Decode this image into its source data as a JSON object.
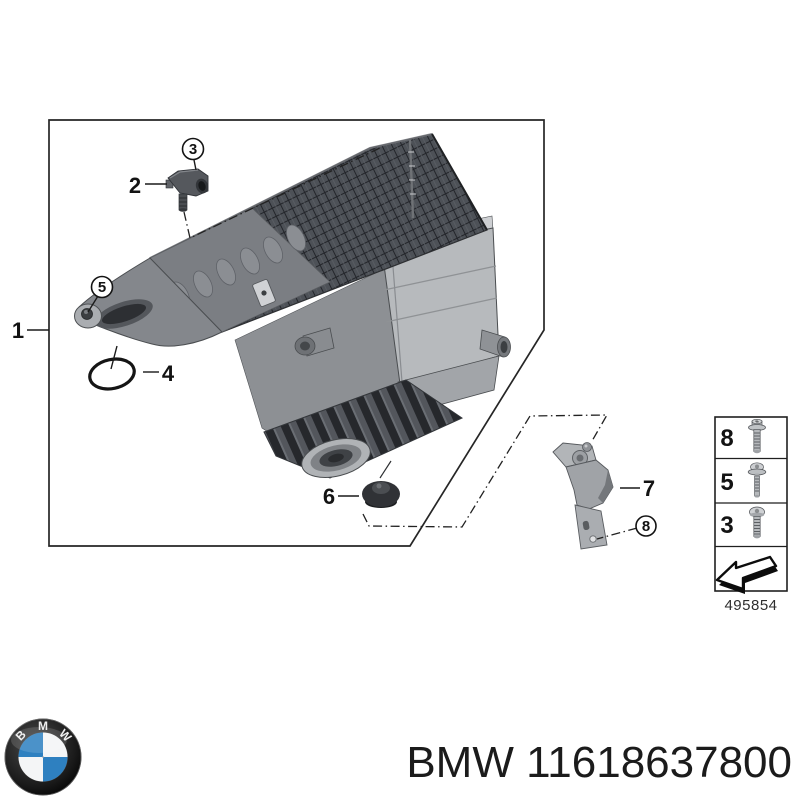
{
  "diagram": {
    "callouts": [
      {
        "id": "1",
        "style": "plain"
      },
      {
        "id": "2",
        "style": "plain"
      },
      {
        "id": "3",
        "style": "circled"
      },
      {
        "id": "4",
        "style": "plain"
      },
      {
        "id": "5",
        "style": "circled"
      },
      {
        "id": "6",
        "style": "plain"
      },
      {
        "id": "7",
        "style": "plain"
      },
      {
        "id": "8",
        "style": "circled"
      }
    ]
  },
  "legend": {
    "rows": [
      {
        "label": "8",
        "icon": "flange-bolt-icon"
      },
      {
        "label": "5",
        "icon": "combi-screw-icon"
      },
      {
        "label": "3",
        "icon": "pan-head-screw-icon"
      }
    ],
    "arrow_icon": "direction-arrow-icon",
    "ref_number": "495854"
  },
  "footer": {
    "part_text": "BMW 11618637800",
    "logo_letters": [
      "B",
      "M",
      "W"
    ],
    "logo_blue": "#2e80c0",
    "logo_ring": "#161616"
  }
}
